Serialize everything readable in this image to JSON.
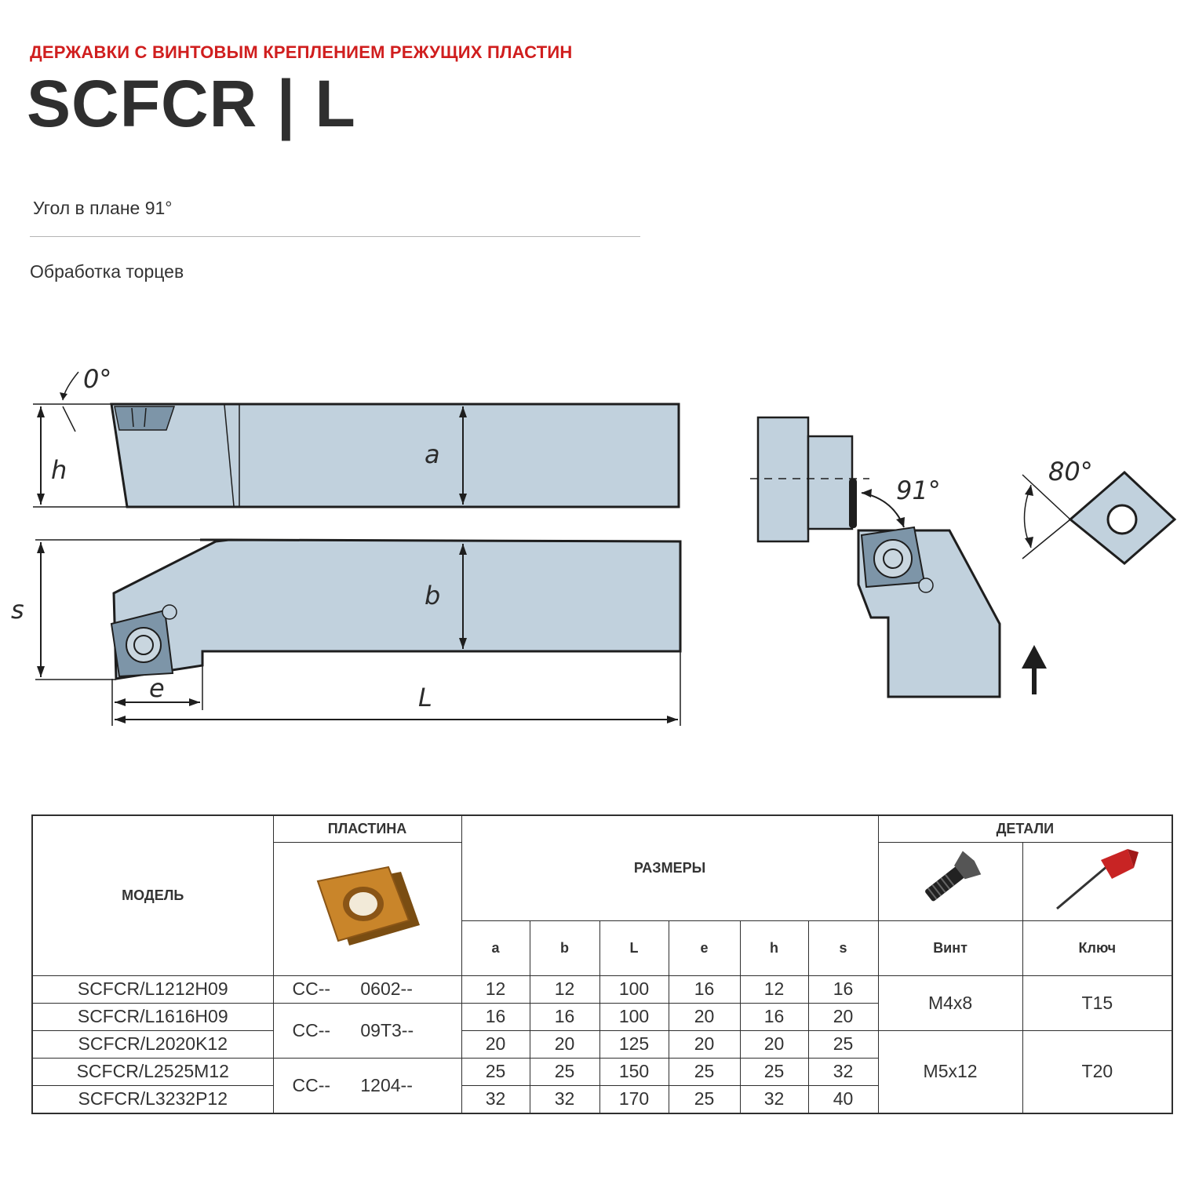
{
  "header": {
    "supertitle": "ДЕРЖАВКИ С ВИНТОВЫМ КРЕПЛЕНИЕМ РЕЖУЩИХ ПЛАСТИН",
    "title": "SCFCR | L",
    "approach_angle_text": "Угол в плане 91°",
    "application_text": "Обработка торцев"
  },
  "drawing": {
    "labels": {
      "rake": "0°",
      "h": "h",
      "a": "a",
      "s": "s",
      "b": "b",
      "e": "e",
      "L": "L",
      "approach": "91°",
      "insert_angle": "80°"
    },
    "colors": {
      "body": "#c1d1dd",
      "outline": "#1e1e1e",
      "pocket": "#7d95a8"
    }
  },
  "table": {
    "headers": {
      "model": "МОДЕЛЬ",
      "insert": "ПЛАСТИНА",
      "dimensions": "РАЗМЕРЫ",
      "details": "ДЕТАЛИ",
      "screw": "Винт",
      "key": "Ключ"
    },
    "dim_cols": [
      "a",
      "b",
      "L",
      "e",
      "h",
      "s"
    ],
    "rows": [
      {
        "model": "SCFCR/L1212H09",
        "a": "12",
        "b": "12",
        "L": "100",
        "e": "16",
        "h": "12",
        "s": "16"
      },
      {
        "model": "SCFCR/L1616H09",
        "a": "16",
        "b": "16",
        "L": "100",
        "e": "20",
        "h": "16",
        "s": "20"
      },
      {
        "model": "SCFCR/L2020K12",
        "a": "20",
        "b": "20",
        "L": "125",
        "e": "20",
        "h": "20",
        "s": "25"
      },
      {
        "model": "SCFCR/L2525M12",
        "a": "25",
        "b": "25",
        "L": "150",
        "e": "25",
        "h": "25",
        "s": "32"
      },
      {
        "model": "SCFCR/L3232P12",
        "a": "32",
        "b": "32",
        "L": "170",
        "e": "25",
        "h": "32",
        "s": "40"
      }
    ],
    "insert_groups": [
      {
        "code": "CC--      0602--"
      },
      {
        "code": "CC--      09T3--"
      },
      {
        "code": "CC--      1204--"
      }
    ],
    "detail_groups": [
      {
        "screw": "M4x8",
        "key": "T15"
      },
      {
        "screw": "M5x12",
        "key": "T20"
      }
    ]
  }
}
